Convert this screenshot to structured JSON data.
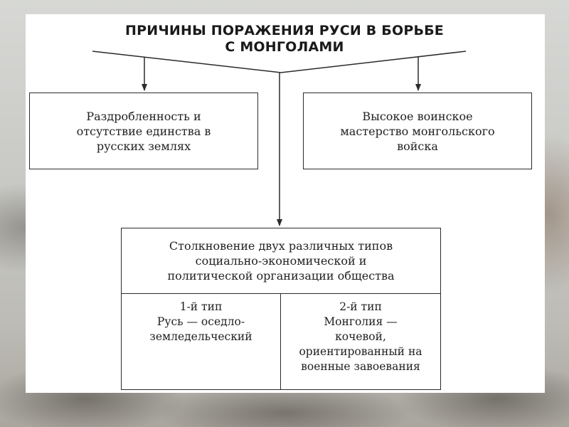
{
  "title_lines": [
    "ПРИЧИНЫ ПОРАЖЕНИЯ РУСИ В БОРЬБЕ",
    "С МОНГОЛАМИ"
  ],
  "box_left_lines": [
    "Раздробленность и",
    "отсутствие единства в",
    "русских землях"
  ],
  "box_right_lines": [
    "Высокое воинское",
    "мастерство монгольского",
    "войска"
  ],
  "box_bottom_head_lines": [
    "Столкновение двух различных типов",
    "социально-экономической и",
    "политической организации общества"
  ],
  "type1_lines": [
    "1-й тип",
    "Русь — оседло-",
    "земледельческий"
  ],
  "type2_lines": [
    "2-й тип",
    "Монголия —",
    "кочевой,",
    "ориентированный на",
    "военные завоевания"
  ],
  "colors": {
    "line": "#2b2b2b",
    "text": "#222222",
    "panel": "#ffffff"
  }
}
